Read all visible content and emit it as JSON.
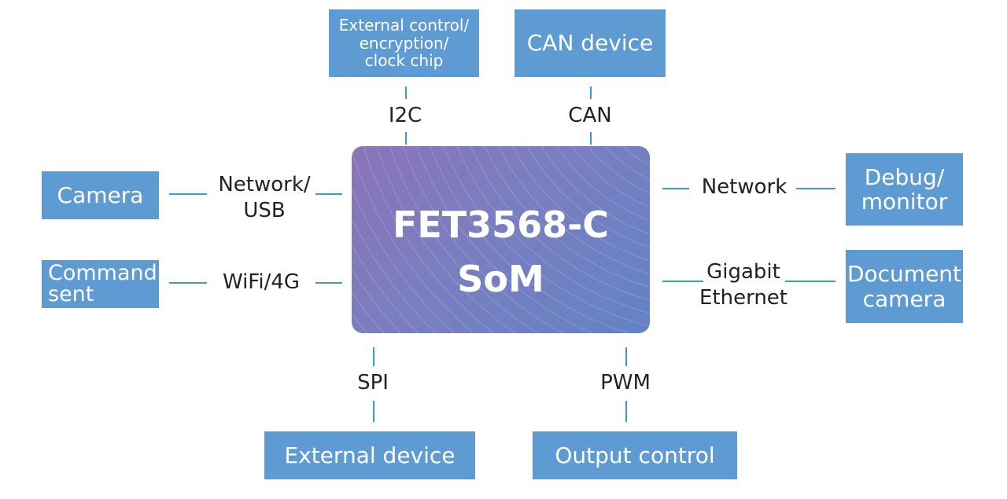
{
  "som": {
    "line1": "FET3568-C",
    "line2": "SoM"
  },
  "boxes": {
    "ext_control": "External control/\nencryption/\nclock chip",
    "can_device": "CAN device",
    "camera": "Camera",
    "command_sent": "Command\nsent",
    "debug_monitor": "Debug/\nmonitor",
    "document_camera": "Document\ncamera",
    "external_device": "External device",
    "output_control": "Output control"
  },
  "labels": {
    "i2c": "I2C",
    "can": "CAN",
    "network_usb": "Network/\nUSB",
    "wifi_4g": "WiFi/4G",
    "network": "Network",
    "gigabit_ethernet": "Gigabit\nEthernet",
    "spi": "SPI",
    "pwm": "PWM"
  },
  "colors": {
    "box": "#5f9bd3",
    "connector": "#3a9bd0",
    "som_gradient_start": "#8a74b8",
    "som_gradient_end": "#6283c4"
  }
}
